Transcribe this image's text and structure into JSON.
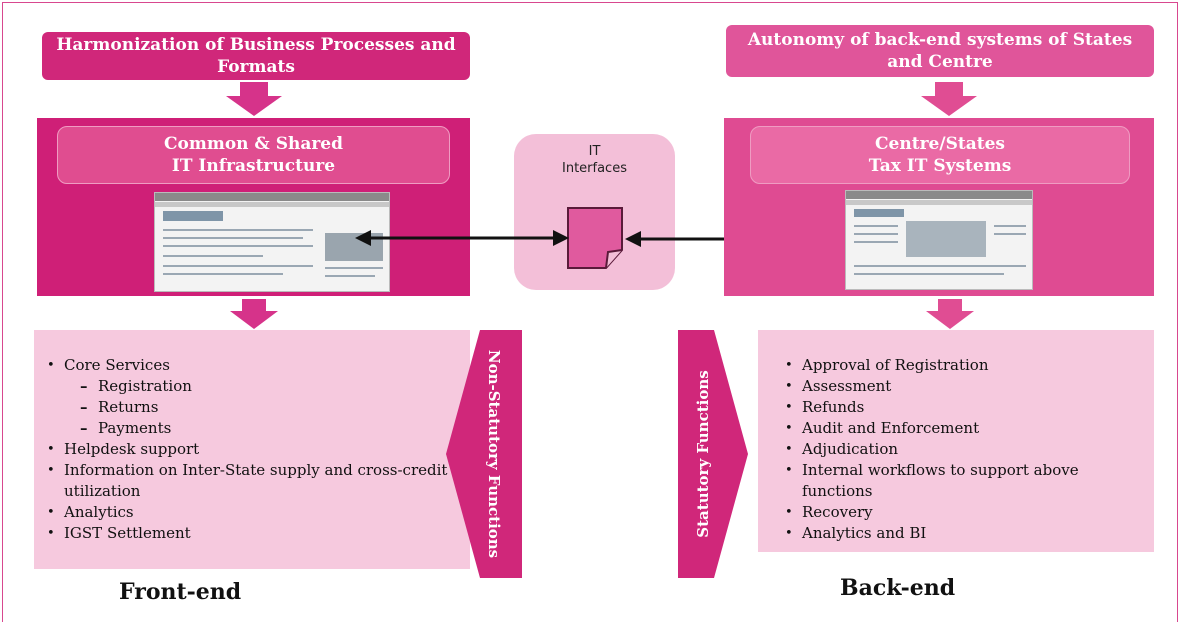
{
  "left": {
    "banner": "Harmonization of Business Processes and Formats",
    "title_line1": "Common & Shared",
    "title_line2": "IT Infrastructure",
    "side_label": "Non-Statutory Functions",
    "footer": "Front-end",
    "items": [
      {
        "text": "Core Services",
        "level": 1
      },
      {
        "text": "Registration",
        "level": 2
      },
      {
        "text": "Returns",
        "level": 2
      },
      {
        "text": "Payments",
        "level": 2
      },
      {
        "text": "Helpdesk support",
        "level": 1
      },
      {
        "text": "Information on Inter-State supply and cross-credit utilization",
        "level": 1
      },
      {
        "text": "Analytics",
        "level": 1
      },
      {
        "text": "IGST Settlement",
        "level": 1
      }
    ]
  },
  "center": {
    "label_line1": "IT",
    "label_line2": "Interfaces"
  },
  "right": {
    "banner": "Autonomy of back-end systems of States and Centre",
    "title_line1": "Centre/States",
    "title_line2": "Tax IT Systems",
    "side_label": "Statutory Functions",
    "footer": "Back-end",
    "items": [
      {
        "text": "Approval of Registration",
        "level": 1
      },
      {
        "text": "Assessment",
        "level": 1
      },
      {
        "text": "Refunds",
        "level": 1
      },
      {
        "text": "Audit and Enforcement",
        "level": 1
      },
      {
        "text": "Adjudication",
        "level": 1
      },
      {
        "text": "Internal workflows to support above functions",
        "level": 1
      },
      {
        "text": "Recovery",
        "level": 1
      },
      {
        "text": "Analytics and BI",
        "level": 1
      }
    ]
  },
  "colors": {
    "magenta_dark": "#cf1f77",
    "magenta_mid": "#df4b92",
    "pink_light": "#f6c9de",
    "pink_center": "#f3bfd8",
    "note_fill": "#e05a9e"
  }
}
